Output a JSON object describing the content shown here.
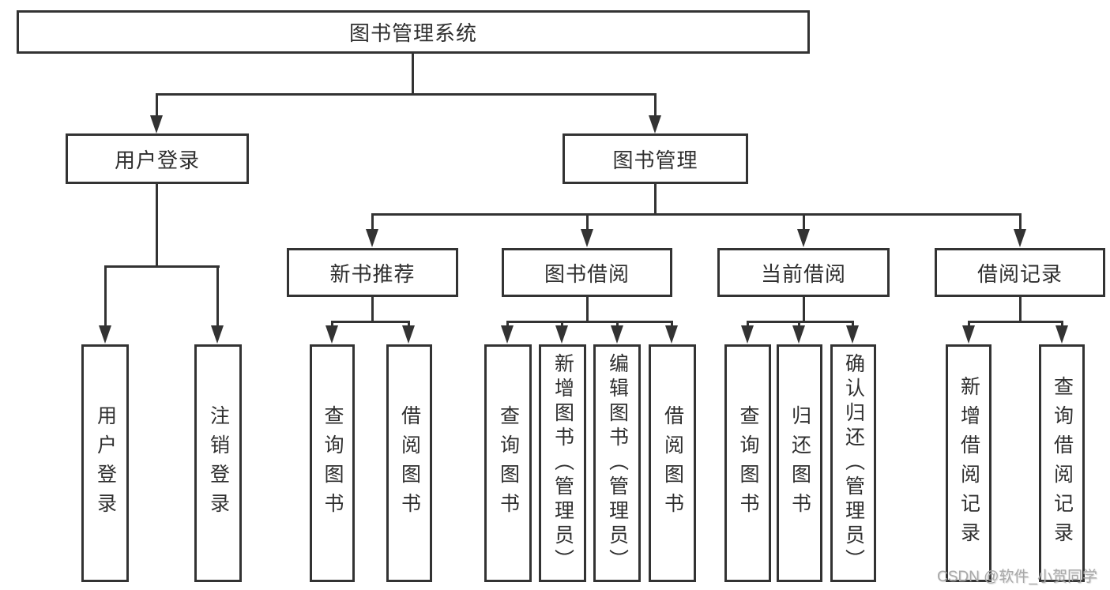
{
  "diagram": {
    "root": {
      "label": "图书管理系统"
    },
    "level2": [
      {
        "label": "用户登录"
      },
      {
        "label": "图书管理"
      }
    ],
    "level3": [
      {
        "label": "新书推荐"
      },
      {
        "label": "图书借阅"
      },
      {
        "label": "当前借阅"
      },
      {
        "label": "借阅记录"
      }
    ],
    "leaves": {
      "user_login": [
        {
          "label": "用户登录"
        },
        {
          "label": "注销登录"
        }
      ],
      "new_book": [
        {
          "label": "查询图书"
        },
        {
          "label": "借阅图书"
        }
      ],
      "book_borrow": [
        {
          "label": "查询图书"
        },
        {
          "label": "新增图书（管理员）"
        },
        {
          "label": "编辑图书（管理员）"
        },
        {
          "label": "借阅图书"
        }
      ],
      "current_borrow": [
        {
          "label": "查询图书"
        },
        {
          "label": "归还图书"
        },
        {
          "label": "确认归还（管理员）"
        }
      ],
      "borrow_records": [
        {
          "label": "新增借阅记录"
        },
        {
          "label": "查询借阅记录"
        }
      ]
    }
  },
  "watermark": "CSDN @软件_小贺同学",
  "colors": {
    "line": "#333333",
    "text": "#2f2f2f",
    "watermark": "#a9a9a9",
    "background": "#ffffff"
  }
}
